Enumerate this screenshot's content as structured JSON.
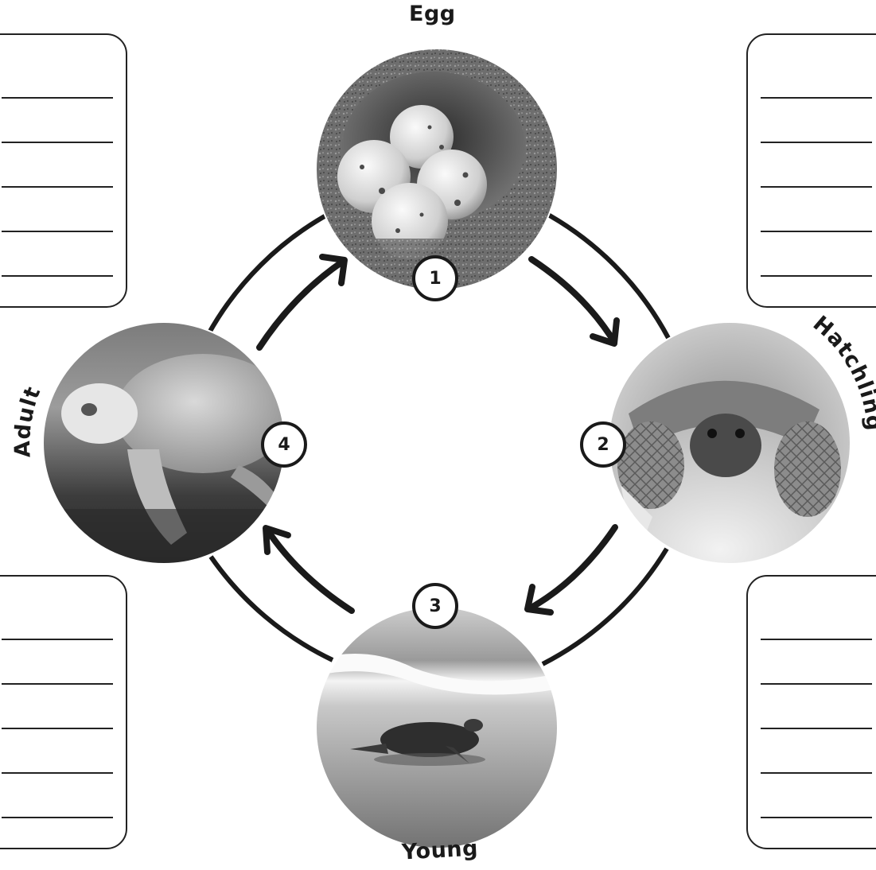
{
  "stages": [
    {
      "number": "1",
      "label": "Egg"
    },
    {
      "number": "2",
      "label": "Hatchling"
    },
    {
      "number": "3",
      "label": "Young"
    },
    {
      "number": "4",
      "label": "Adult"
    }
  ],
  "colors": {
    "ink": "#1a1a1a",
    "paper": "#ffffff"
  },
  "icons": {
    "egg": "turtle-eggs-in-sand-photo",
    "hatchling": "hatching-turtle-photo",
    "young": "young-turtle-at-shoreline-photo",
    "adult": "adult-sea-turtle-on-beach-photo"
  }
}
